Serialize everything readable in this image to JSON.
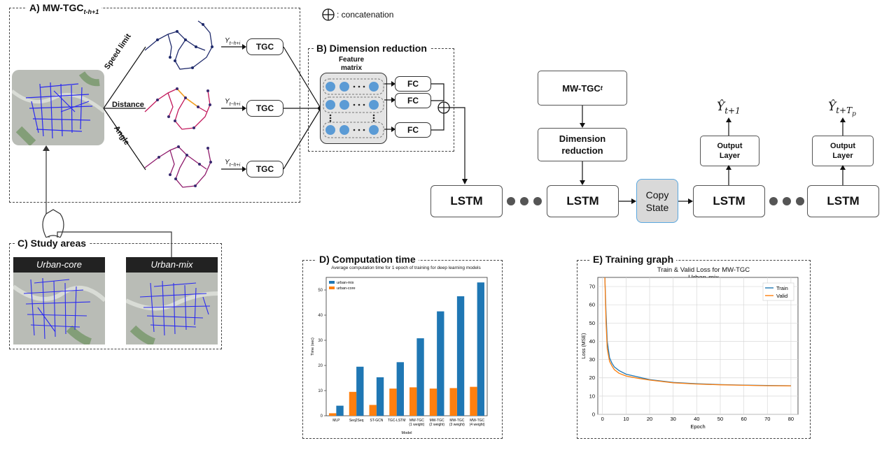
{
  "legend": {
    "concat": ": concatenation"
  },
  "sectionA": {
    "title": "A) MW-TGC",
    "title_sub": "t-h+1",
    "branches": [
      "Speed limit",
      "Distance",
      "Angle"
    ],
    "y_label": "Y",
    "y_sub": "t−h+i",
    "tgc": "TGC"
  },
  "sectionB": {
    "title": "B) Dimension reduction",
    "feature": "Feature\nmatrix",
    "fc": "FC",
    "dots": "• • •"
  },
  "sectionC": {
    "title": "C) Study areas",
    "maps": [
      "Urban-core",
      "Urban-mix"
    ]
  },
  "flow": {
    "mwtgc": "MW-TGC",
    "mwtgc_sub": "t",
    "dimred": "Dimension\nreduction",
    "lstm": "LSTM",
    "copy": "Copy\nState",
    "output": "Output\nLayer",
    "yhat1": "Ŷ",
    "yhat1_sub": "t+1",
    "yhat2": "Ŷ",
    "yhat2_sub": "t+T",
    "yhat2_subsub": "p"
  },
  "sectionD": {
    "title": "D) Computation time",
    "chart_data": {
      "type": "bar",
      "title": "Average computation time for 1 epoch of training for deep learning models",
      "xlabel": "Model",
      "ylabel": "Time (sec)",
      "categories": [
        "MLP",
        "Seq2Seq",
        "ST-GCN",
        "TGC-LSTM",
        "MW-TGC\n(1 weight)",
        "MW-TGC\n(2 weight)",
        "MW-TGC\n(3 weight)",
        "MW-TGC\n(4 weight)"
      ],
      "series": [
        {
          "name": "urban-mix",
          "color": "#1f77b4",
          "values": [
            4,
            19.5,
            15.3,
            21.3,
            30.8,
            41.5,
            47.5,
            53
          ]
        },
        {
          "name": "urban-core",
          "color": "#ff7f0e",
          "values": [
            1,
            9.5,
            4.3,
            10.8,
            11.3,
            10.8,
            11,
            11.5
          ]
        }
      ],
      "ylim": [
        0,
        55
      ],
      "yticks": [
        0,
        10,
        20,
        30,
        40,
        50
      ],
      "legend": "top-left"
    }
  },
  "sectionE": {
    "title": "E) Training graph",
    "chart_data": {
      "type": "line",
      "title": "Train & Valid Loss for MW-TGC",
      "subtitle": "Urban-mix",
      "xlabel": "Epoch",
      "ylabel": "Loss (MSE)",
      "xlim": [
        -2,
        83
      ],
      "ylim": [
        0,
        75
      ],
      "xticks": [
        0,
        10,
        20,
        30,
        40,
        50,
        60,
        70,
        80
      ],
      "yticks": [
        0,
        10,
        20,
        30,
        40,
        50,
        60,
        70
      ],
      "grid": true,
      "legend": "top-right",
      "series": [
        {
          "name": "Train",
          "color": "#1f77b4",
          "x": [
            1,
            1.5,
            2,
            3,
            4,
            5,
            7,
            10,
            15,
            20,
            30,
            40,
            50,
            60,
            70,
            80
          ],
          "y": [
            75,
            55,
            40,
            31,
            28,
            26,
            24,
            22,
            20.5,
            19,
            17.5,
            16.8,
            16.3,
            16,
            15.8,
            15.7
          ]
        },
        {
          "name": "Valid",
          "color": "#ff7f0e",
          "x": [
            1,
            1.5,
            2,
            3,
            4,
            5,
            7,
            10,
            15,
            20,
            30,
            40,
            50,
            60,
            70,
            80
          ],
          "y": [
            75,
            50,
            36,
            29,
            26.5,
            24.5,
            22.5,
            21,
            19.8,
            18.8,
            17.3,
            16.6,
            16.2,
            15.9,
            15.7,
            15.6
          ]
        }
      ]
    }
  }
}
